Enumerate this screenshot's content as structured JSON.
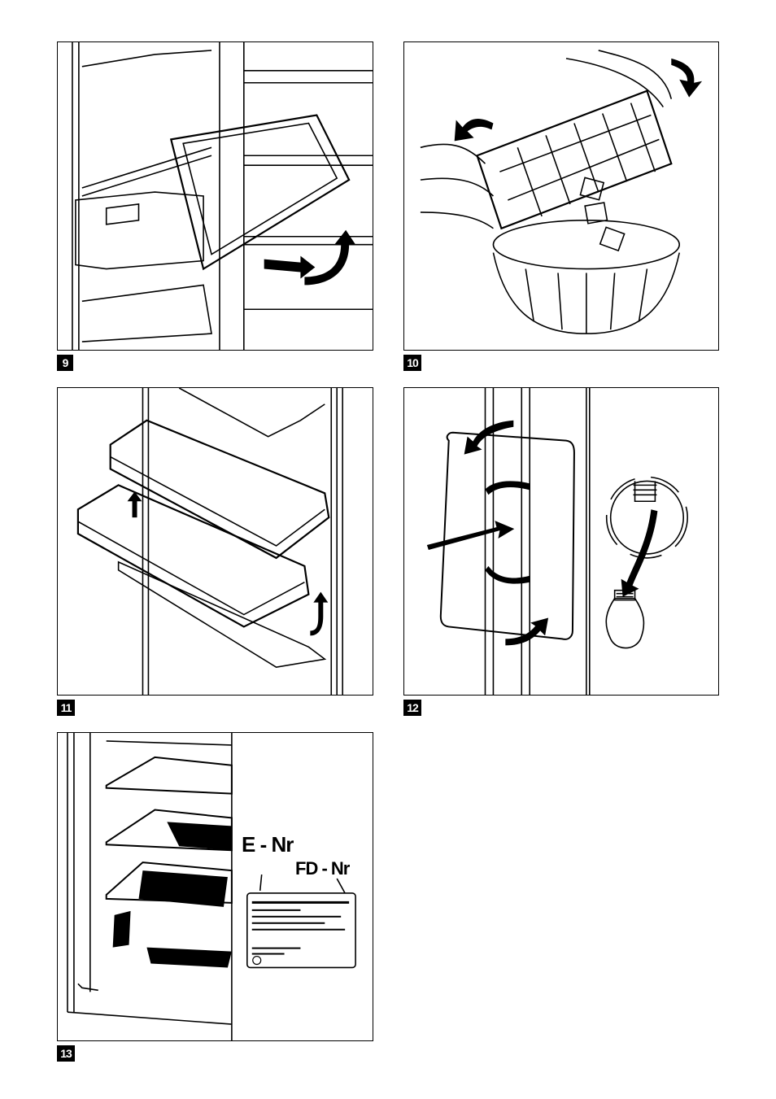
{
  "figures": [
    {
      "number": "9",
      "subject": "drawer-removal"
    },
    {
      "number": "10",
      "subject": "ice-cube-tray"
    },
    {
      "number": "11",
      "subject": "door-shelves"
    },
    {
      "number": "12",
      "subject": "light-bulb-replacement"
    },
    {
      "number": "13",
      "subject": "rating-plate"
    }
  ],
  "rating_plate": {
    "e_nr_label": "E - Nr",
    "fd_nr_label": "FD - Nr"
  }
}
